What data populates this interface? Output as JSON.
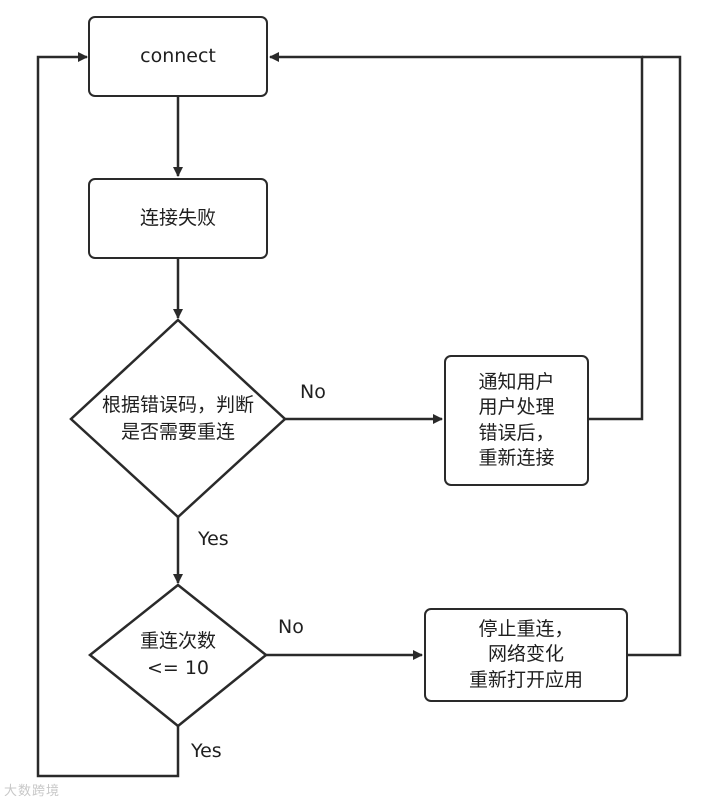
{
  "nodes": {
    "connect": "connect",
    "fail": "连接失败",
    "judge": [
      "根据错误码，判断",
      "是否需要重连"
    ],
    "notify": [
      "通知用户",
      "用户处理",
      "错误后，",
      "重新连接"
    ],
    "count": [
      "重连次数",
      "<= 10"
    ],
    "stop": [
      "停止重连，",
      "网络变化",
      "重新打开应用"
    ]
  },
  "edge_labels": {
    "judge_no": "No",
    "judge_yes": "Yes",
    "count_no": "No",
    "count_yes": "Yes"
  },
  "watermark": "大数跨境",
  "colors": {
    "stroke": "#2a2a2a",
    "text": "#1f1f1f"
  }
}
